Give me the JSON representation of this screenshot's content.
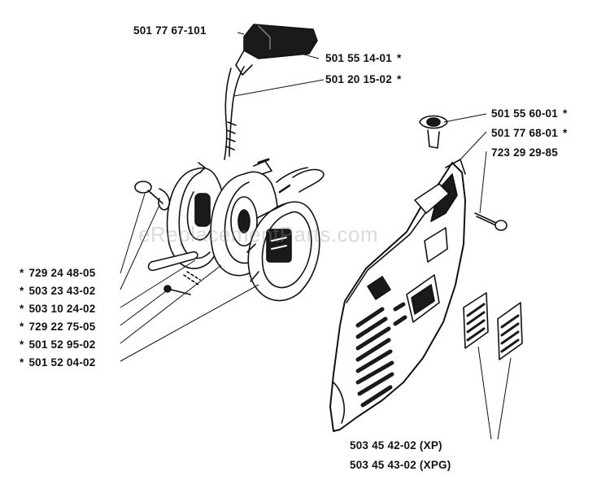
{
  "diagram": {
    "watermark": "eReplacementParts.com",
    "parts_right": [
      {
        "number": "501 77 67-101",
        "star": ""
      },
      {
        "number": "501 55 14-01",
        "star": "*"
      },
      {
        "number": "501 20 15-02",
        "star": "*"
      },
      {
        "number": "501 55 60-01",
        "star": "*"
      },
      {
        "number": "501 77 68-01",
        "star": "*"
      },
      {
        "number": "723 29 29-85",
        "star": ""
      }
    ],
    "parts_left": [
      {
        "number": "729 24 48-05",
        "star": "*"
      },
      {
        "number": "503 23 43-02",
        "star": "*"
      },
      {
        "number": "503 10 24-02",
        "star": "*"
      },
      {
        "number": "729 22 75-05",
        "star": "*"
      },
      {
        "number": "501 52 95-02",
        "star": "*"
      },
      {
        "number": "501 52 04-02",
        "star": "*"
      }
    ],
    "parts_bottom": [
      {
        "number": "503 45 42-02 (XP)"
      },
      {
        "number": "503 45 43-02 (XPG)"
      }
    ]
  }
}
